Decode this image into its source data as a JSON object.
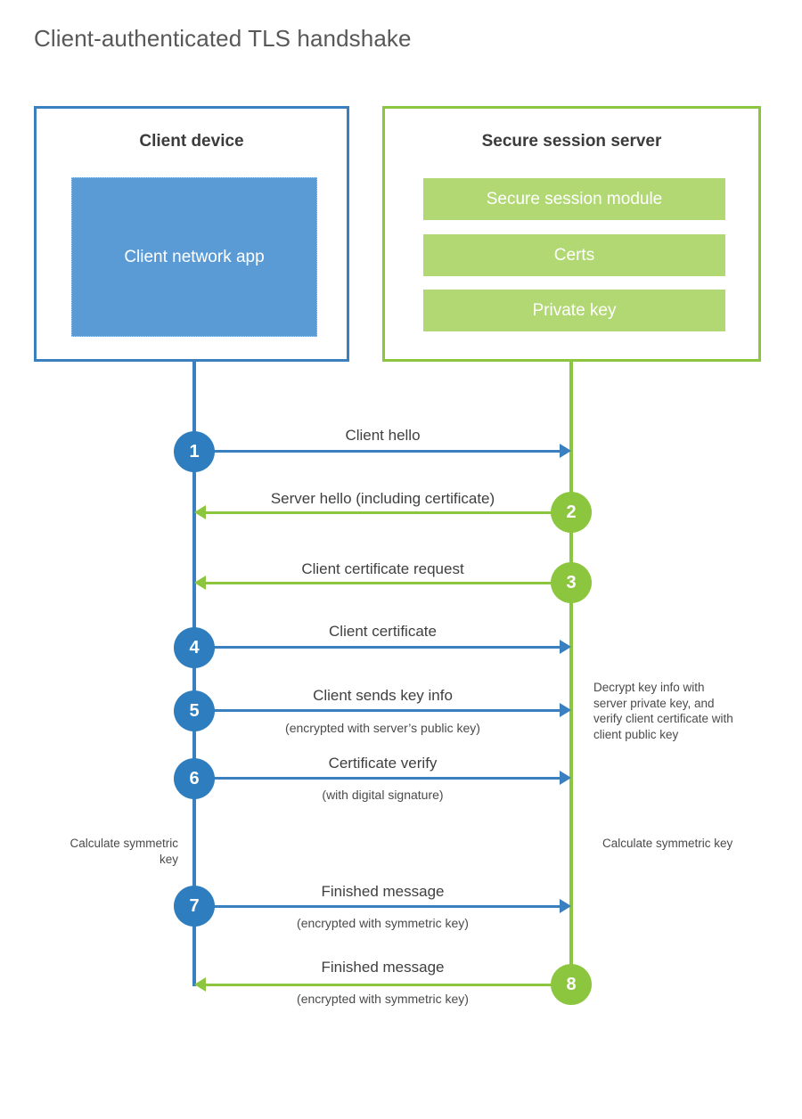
{
  "page": {
    "title": "Client-authenticated TLS handshake",
    "background": "#ffffff"
  },
  "colors": {
    "client_blue": "#3a7fbf",
    "client_app_fill": "#5b9bd5",
    "server_green": "#8cc63f",
    "server_bar_fill": "#b2d873",
    "step_blue": "#2e7dbe",
    "text": "#3f3f3f",
    "title_text": "#585858"
  },
  "actors": {
    "client": {
      "title": "Client device",
      "app_label": "Client network app"
    },
    "server": {
      "title": "Secure session server",
      "modules": [
        {
          "label": "Secure session module"
        },
        {
          "label": "Certs"
        },
        {
          "label": "Private key"
        }
      ]
    }
  },
  "steps": [
    {
      "number": "1",
      "label": "Client hello",
      "sub": "",
      "from": "client",
      "direction": "right"
    },
    {
      "number": "2",
      "label": "Server hello (including certificate)",
      "sub": "",
      "from": "server",
      "direction": "left"
    },
    {
      "number": "3",
      "label": "Client certificate request",
      "sub": "",
      "from": "server",
      "direction": "left"
    },
    {
      "number": "4",
      "label": "Client certificate",
      "sub": "",
      "from": "client",
      "direction": "right"
    },
    {
      "number": "5",
      "label": "Client sends key info",
      "sub": "(encrypted with server’s public key)",
      "from": "client",
      "direction": "right"
    },
    {
      "number": "6",
      "label": "Certificate verify",
      "sub": "(with digital signature)",
      "from": "client",
      "direction": "right"
    },
    {
      "number": "7",
      "label": "Finished message",
      "sub": "(encrypted with symmetric key)",
      "from": "client",
      "direction": "right"
    },
    {
      "number": "8",
      "label": "Finished message",
      "sub": "(encrypted with symmetric key)",
      "from": "server",
      "direction": "left"
    }
  ],
  "annotations": {
    "server_decrypt": "Decrypt key info with server private key, and verify client certificate with client public key",
    "client_calc_symmetric": "Calculate symmetric key",
    "server_calc_symmetric": "Calculate symmetric key"
  }
}
